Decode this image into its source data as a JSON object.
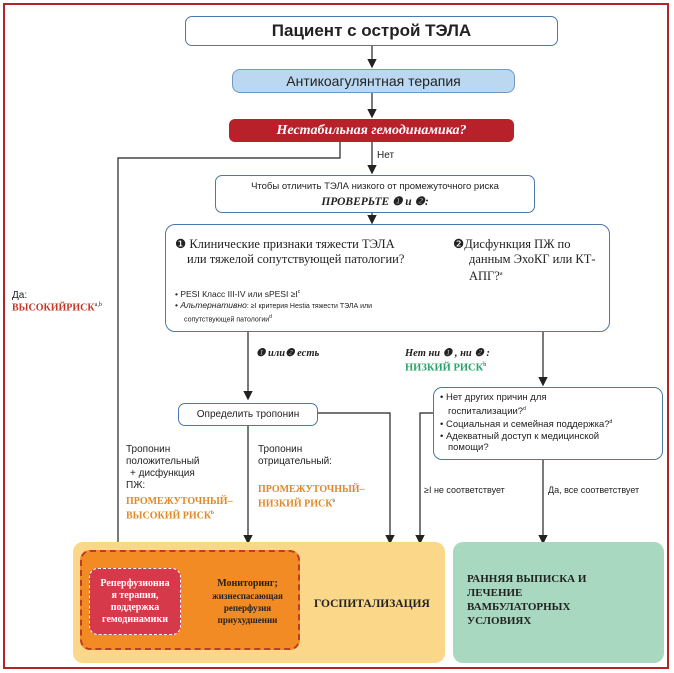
{
  "title": "Пациент с острой ТЭЛА",
  "anticoag": "Антикоагулянтная терапия",
  "unstable": "Нестабильная гемодинамика?",
  "no_label": "Нет",
  "yes_label": "Да:",
  "high_risk": "ВЫСОКИЙРИСК",
  "high_risk_sup": "a,b",
  "distinguish_line1": "Чтобы отличить ТЭЛА низкого от промежуточного риска",
  "distinguish_line2": "ПРОВЕРЬТЕ ❶ и ❷:",
  "crit1_title": "❶ Клинические признаки тяжести ТЭЛА",
  "crit1_title2": "или тяжелой сопутствующей патологии?",
  "crit1_bullet1": "PESI Класс III-IV или sPESI ≥I",
  "crit1_bullet1_sup": "c",
  "crit1_bullet2_em": "Альтернативно",
  "crit1_bullet2_rest": ": ≥I критерия Hestia тяжести ТЭЛА или",
  "crit1_bullet2_line2": "сопутствующей патологии",
  "crit1_bullet2_sup": "d",
  "crit2_title": "❷Дисфункция ПЖ  по",
  "crit2_title2": "данным ЭхоКГ или КТ-",
  "crit2_title3": "АПГ?",
  "crit2_sup": "a",
  "either": "❶ или❷ есть",
  "neither": "Нет ни ❶ , ни ❷ :",
  "low_risk": "НИЗКИЙ РИСК",
  "low_risk_sup": "b",
  "troponin": "Определить тропонин",
  "trop_pos_1": "Тропонин",
  "trop_pos_2": "положительный",
  "trop_pos_3": "+  дисфункция",
  "trop_pos_4": "ПЖ:",
  "inter_high_1": "ПРОМЕЖУТОЧНЫЙ–",
  "inter_high_2": "ВЫСОКИЙ РИСК",
  "inter_high_sup": "b",
  "trop_neg_1": "Тропонин",
  "trop_neg_2": "отрицательный:",
  "inter_low_1": "ПРОМЕЖУТОЧНЫЙ–",
  "inter_low_2": "НИЗКИЙ РИСК",
  "inter_low_sup": "b",
  "check_1a": "Нет других причин для",
  "check_1b": "госпитализации?",
  "check_1_sup": "d",
  "check_2": "Социальная и семейная поддержка?",
  "check_2_sup": "d",
  "check_3a": "Адекватный доступ к медицинской",
  "check_3b": "помощи?",
  "not_match": "≥I  не соответствует",
  "all_match": "Да, все соответствует",
  "reperfusion_1": "Реперфузионна",
  "reperfusion_2": "я  терапия,",
  "reperfusion_3": "поддержка",
  "reperfusion_4": "гемодинамики",
  "monitoring_1": "Мониторинг;",
  "monitoring_2": "жизнеспасающая",
  "monitoring_3": "реперфузия",
  "monitoring_4": "приухудшении",
  "hospitalization": "ГОСПИТАЛИЗАЦИЯ",
  "early_1": "РАННЯЯ ВЫПИСКА  И",
  "early_2": "ЛЕЧЕНИЕ",
  "early_3": "ВАМБУЛАТОРНЫХ",
  "early_4": "УСЛОВИЯХ",
  "colors": {
    "frame": "#b3262a",
    "unstable_bg": "#b8202a",
    "anticoag_bg": "#bcd7f0",
    "high_risk": "#c0392b",
    "low_risk": "#27a36b",
    "intermediate": "#e08a2a",
    "hospital_bg": "#fbd889",
    "orange_bg": "#f28b24",
    "red_box_bg": "#d63a4a",
    "early_bg": "#a8d8bf"
  }
}
